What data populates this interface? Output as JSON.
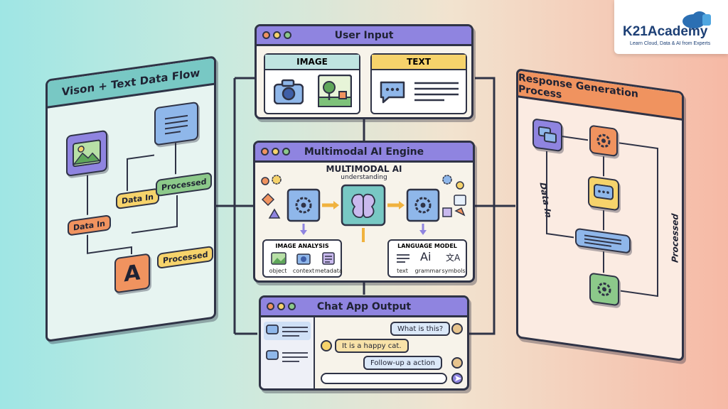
{
  "brand": {
    "name": "K21Academy",
    "tagline": "Learn Cloud, Data & AI from Experts"
  },
  "colors": {
    "purple": "#8f84e0",
    "yellow": "#f6d36b",
    "teal": "#78c8c4",
    "orange": "#f0935f",
    "green": "#8cc98a",
    "blue": "#8fb7ea",
    "dark": "#2f3346"
  },
  "user_input": {
    "title": "User Input",
    "image_label": "IMAGE",
    "text_label": "TEXT",
    "icons": [
      "camera-icon",
      "picture-icon",
      "chat-bubble-icon",
      "text-lines-icon"
    ]
  },
  "engine": {
    "title": "Multimodal AI Engine",
    "heading": "MULTIMODAL AI",
    "subheading": "understanding",
    "image_analysis": {
      "label": "IMAGE ANALYSIS",
      "items": [
        "object",
        "context",
        "metadata"
      ]
    },
    "language_model": {
      "label": "LANGUAGE MODEL",
      "items": [
        "text",
        "grammar",
        "symbols"
      ],
      "glyphs": [
        "Ai",
        "文A"
      ]
    }
  },
  "vision_flow": {
    "title": "Vison + Text Data Flow",
    "tags": [
      "Data In",
      "Processed",
      "Data In",
      "Processed"
    ],
    "letter": "A"
  },
  "response": {
    "title": "Response Generation Process",
    "left_label": "Data In",
    "right_label": "Processed"
  },
  "chat": {
    "title": "Chat App Output",
    "messages": [
      {
        "text": "What is this?",
        "side": "right"
      },
      {
        "text": "It is a happy cat.",
        "side": "left"
      },
      {
        "text": "Follow-up a action",
        "side": "right"
      }
    ]
  }
}
